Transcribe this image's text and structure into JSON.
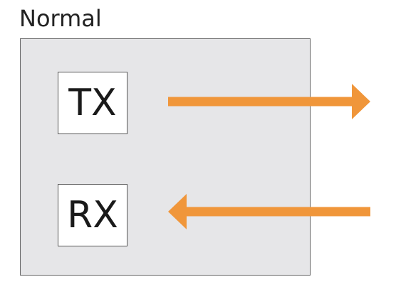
{
  "diagram": {
    "title": "Normal",
    "transmit_label": "TX",
    "receive_label": "RX",
    "colors": {
      "arrow": "#f0963a",
      "device_fill": "#e6e6e8",
      "device_border": "#666666",
      "port_fill": "#ffffff",
      "text": "#222222"
    }
  }
}
